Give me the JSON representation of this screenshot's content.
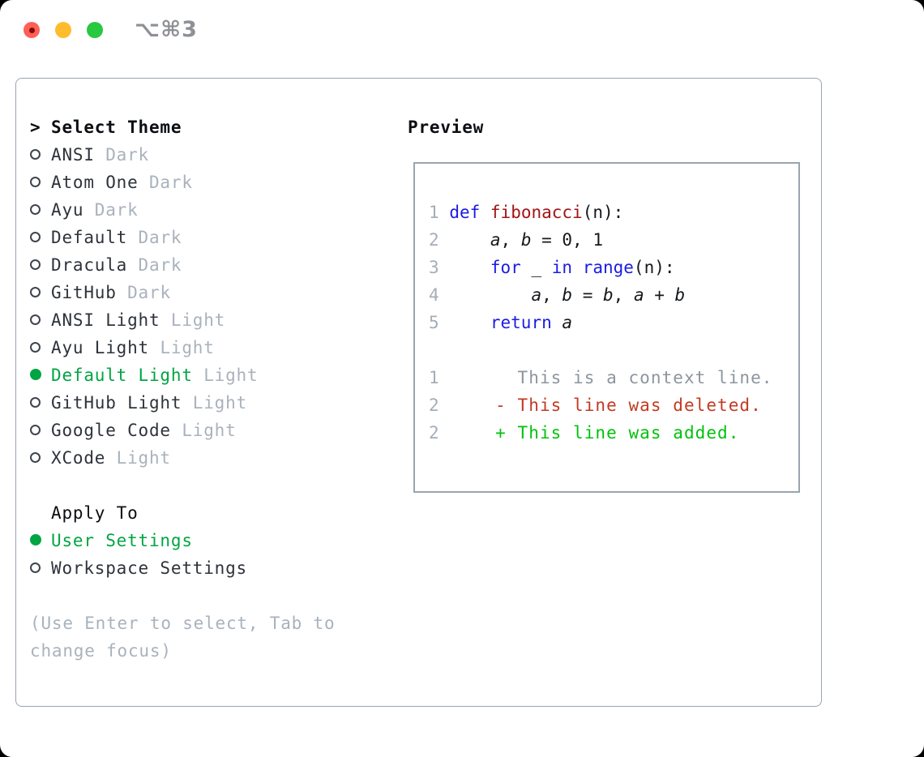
{
  "window": {
    "hotkey_label": "⌥⌘3"
  },
  "theme_panel": {
    "header_prefix": ">",
    "header": "Select Theme",
    "items": [
      {
        "name": "ANSI",
        "variant": "Dark",
        "selected": false
      },
      {
        "name": "Atom One",
        "variant": "Dark",
        "selected": false
      },
      {
        "name": "Ayu",
        "variant": "Dark",
        "selected": false
      },
      {
        "name": "Default",
        "variant": "Dark",
        "selected": false
      },
      {
        "name": "Dracula",
        "variant": "Dark",
        "selected": false
      },
      {
        "name": "GitHub",
        "variant": "Dark",
        "selected": false
      },
      {
        "name": "ANSI Light",
        "variant": "Light",
        "selected": false
      },
      {
        "name": "Ayu Light",
        "variant": "Light",
        "selected": false
      },
      {
        "name": "Default Light",
        "variant": "Light",
        "selected": true
      },
      {
        "name": "GitHub Light",
        "variant": "Light",
        "selected": false
      },
      {
        "name": "Google Code",
        "variant": "Light",
        "selected": false
      },
      {
        "name": "XCode",
        "variant": "Light",
        "selected": false
      }
    ],
    "apply_to": {
      "header": "Apply To",
      "options": [
        {
          "name": "User Settings",
          "selected": true
        },
        {
          "name": "Workspace Settings",
          "selected": false
        }
      ]
    },
    "hint_lines": [
      "(Use Enter to select, Tab to",
      "change focus)"
    ]
  },
  "preview": {
    "header": "Preview",
    "lines": [
      {
        "num": "1",
        "segments": [
          [
            " ",
            "plain"
          ],
          [
            "def",
            "keyword"
          ],
          [
            " ",
            "plain"
          ],
          [
            "fibonacci",
            "function"
          ],
          [
            "(n):",
            "plain"
          ]
        ]
      },
      {
        "num": "2",
        "segments": [
          [
            "     ",
            "plain"
          ],
          [
            "a",
            "var"
          ],
          [
            ", ",
            "plain"
          ],
          [
            "b",
            "var"
          ],
          [
            " = 0, 1",
            "plain"
          ]
        ]
      },
      {
        "num": "3",
        "segments": [
          [
            "     ",
            "plain"
          ],
          [
            "for",
            "keyword"
          ],
          [
            " _ ",
            "plain"
          ],
          [
            "in",
            "keyword"
          ],
          [
            " ",
            "plain"
          ],
          [
            "range",
            "keyword"
          ],
          [
            "(n):",
            "plain"
          ]
        ]
      },
      {
        "num": "4",
        "segments": [
          [
            "         ",
            "plain"
          ],
          [
            "a",
            "var"
          ],
          [
            ", ",
            "plain"
          ],
          [
            "b",
            "var"
          ],
          [
            " = ",
            "plain"
          ],
          [
            "b",
            "var"
          ],
          [
            ", ",
            "plain"
          ],
          [
            "a",
            "var"
          ],
          [
            " + ",
            "plain"
          ],
          [
            "b",
            "var"
          ]
        ]
      },
      {
        "num": "5",
        "segments": [
          [
            "     ",
            "plain"
          ],
          [
            "return",
            "keyword"
          ],
          [
            " ",
            "plain"
          ],
          [
            "a",
            "var"
          ]
        ]
      },
      {
        "num": "",
        "segments": []
      },
      {
        "num": "1",
        "segments": [
          [
            "       This is a context line.",
            "context"
          ]
        ]
      },
      {
        "num": "2",
        "segments": [
          [
            "     - This line was deleted.",
            "deleted"
          ]
        ]
      },
      {
        "num": "2",
        "segments": [
          [
            "     + This line was added.",
            "added"
          ]
        ]
      }
    ]
  },
  "colors": {
    "tl_close": "#FF5F57",
    "tl_close_dot": "#7E0D06",
    "tl_minimize": "#FEBC2E",
    "tl_zoom": "#28C840",
    "hotkey": "#8D9196",
    "border": "#9AA4B0",
    "ink_strong": "#0B0E12",
    "ink": "#2E333B",
    "muted": "#A9B2BD",
    "green_ui": "#00A543",
    "radio_outline": "#3E454F",
    "ln": "#A4ADB8",
    "kw": "#1B1CE4",
    "fn": "#A31515",
    "plain": "#15181C",
    "ctx": "#8D959E",
    "del": "#C33A22",
    "add": "#00C20B"
  }
}
